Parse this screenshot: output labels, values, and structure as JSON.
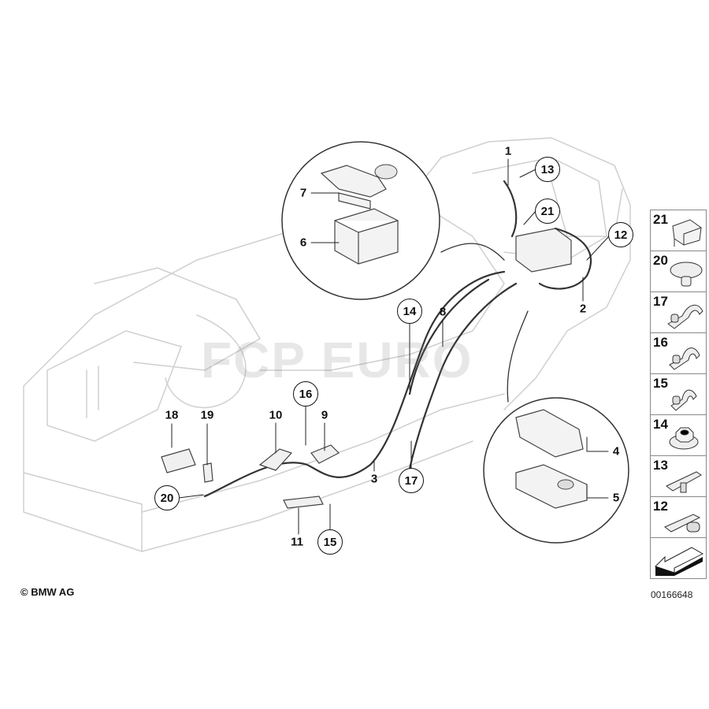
{
  "callouts_plain": [
    {
      "id": "1",
      "label": "1"
    },
    {
      "id": "2",
      "label": "2"
    },
    {
      "id": "3",
      "label": "3"
    },
    {
      "id": "4",
      "label": "4"
    },
    {
      "id": "5",
      "label": "5"
    },
    {
      "id": "6",
      "label": "6"
    },
    {
      "id": "7",
      "label": "7"
    },
    {
      "id": "8",
      "label": "8"
    },
    {
      "id": "9",
      "label": "9"
    },
    {
      "id": "10",
      "label": "10"
    },
    {
      "id": "11",
      "label": "11"
    },
    {
      "id": "18",
      "label": "18"
    },
    {
      "id": "19",
      "label": "19"
    }
  ],
  "callouts_circled": [
    {
      "id": "12",
      "label": "12"
    },
    {
      "id": "13",
      "label": "13"
    },
    {
      "id": "14",
      "label": "14"
    },
    {
      "id": "15",
      "label": "15"
    },
    {
      "id": "16",
      "label": "16"
    },
    {
      "id": "17",
      "label": "17"
    },
    {
      "id": "20",
      "label": "20"
    },
    {
      "id": "21",
      "label": "21"
    }
  ],
  "sidebar": {
    "items": [
      {
        "label": "21",
        "icon": "cover-cap-icon"
      },
      {
        "label": "20",
        "icon": "plug-icon"
      },
      {
        "label": "17",
        "icon": "cable-clamp-icon"
      },
      {
        "label": "16",
        "icon": "cable-clamp-icon"
      },
      {
        "label": "15",
        "icon": "cable-clamp-icon"
      },
      {
        "label": "14",
        "icon": "collar-nut-icon"
      },
      {
        "label": "13",
        "icon": "clip-icon"
      },
      {
        "label": "12",
        "icon": "cable-holder-icon"
      }
    ]
  },
  "copyright": "© BMW AG",
  "diagram_id": "00166648",
  "watermark": "FCP EURO"
}
